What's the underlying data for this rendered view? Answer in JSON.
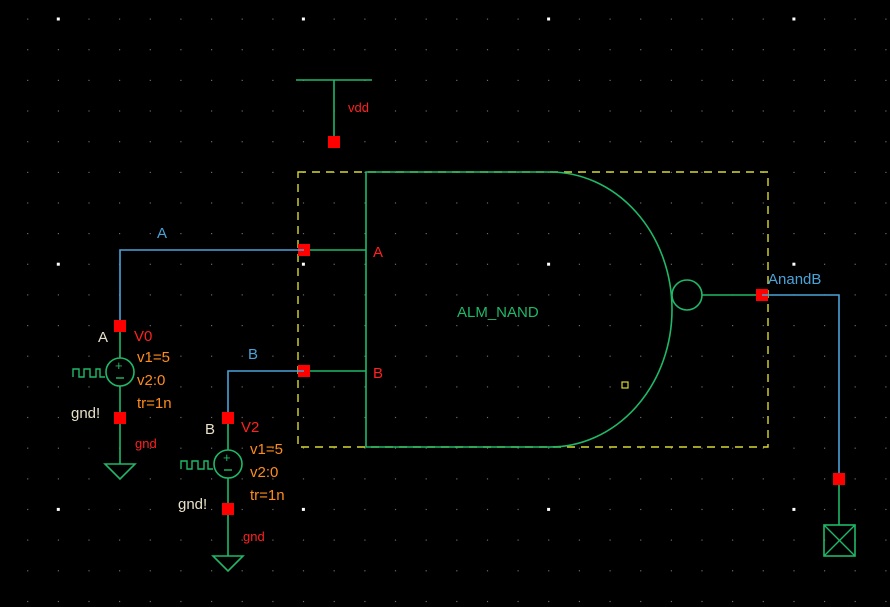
{
  "app": "Schematic Editor",
  "colors": {
    "background": "#000000",
    "grid_dot": "#6a6a6a",
    "grid_major": "#ffffff",
    "wire": "#4aa3d8",
    "device": "#1fb868",
    "pin": "#ff0000",
    "pin_label": "#ff2020",
    "param": "#ff8c1a",
    "instance_box": "#d8d830",
    "terminal_text": "#e8e0c8"
  },
  "supply": {
    "vdd_label": "vdd"
  },
  "gate": {
    "name": "ALM_NAND",
    "pin_a": "A",
    "pin_b": "B"
  },
  "nets": {
    "net_a": "A",
    "net_b": "B",
    "output": "AnandB"
  },
  "sources": [
    {
      "name": "V0",
      "terminal": "A",
      "ground_terminal": "gnd!",
      "ground_label": "gnd",
      "v1": "v1=5",
      "v2": "v2:0",
      "tr": "tr=1n"
    },
    {
      "name": "V2",
      "terminal": "B",
      "ground_terminal": "gnd!",
      "ground_label": "gnd",
      "v1": "v1=5",
      "v2": "v2:0",
      "tr": "tr=1n"
    }
  ],
  "icons": {
    "pulse": "pulse-waveform-icon",
    "output_pin": "output-pin-box-icon",
    "ground": "ground-symbol-icon"
  }
}
